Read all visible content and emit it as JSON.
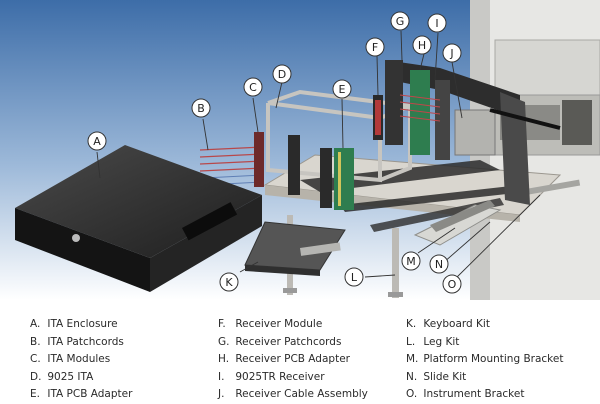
{
  "callouts": [
    "A",
    "B",
    "C",
    "D",
    "E",
    "F",
    "G",
    "H",
    "I",
    "J",
    "K",
    "L",
    "M",
    "N",
    "O"
  ],
  "legend": {
    "col1": [
      {
        "key": "A.",
        "label": "ITA Enclosure"
      },
      {
        "key": "B.",
        "label": "ITA Patchcords"
      },
      {
        "key": "C.",
        "label": "ITA Modules"
      },
      {
        "key": "D.",
        "label": "9025 ITA"
      },
      {
        "key": "E.",
        "label": "ITA PCB Adapter"
      }
    ],
    "col2": [
      {
        "key": "F.",
        "label": "Receiver Module"
      },
      {
        "key": "G.",
        "label": "Receiver Patchcords"
      },
      {
        "key": "H.",
        "label": "Receiver PCB Adapter"
      },
      {
        "key": "I.",
        "label": "9025TR Receiver"
      },
      {
        "key": "J.",
        "label": "Receiver Cable Assembly"
      }
    ],
    "col3": [
      {
        "key": "K.",
        "label": "Keyboard Kit"
      },
      {
        "key": "L.",
        "label": "Leg Kit"
      },
      {
        "key": "M.",
        "label": "Platform Mounting Bracket"
      },
      {
        "key": "N.",
        "label": "Slide Kit"
      },
      {
        "key": "O.",
        "label": "Instrument Bracket"
      }
    ]
  },
  "colors": {
    "sky_top": "#3d6da8",
    "sky_bottom": "#ffffff",
    "enclosure": "#262626",
    "module_green": "#2e7d4f",
    "module_red": "#b23a3a",
    "callout_stroke": "#333333"
  }
}
